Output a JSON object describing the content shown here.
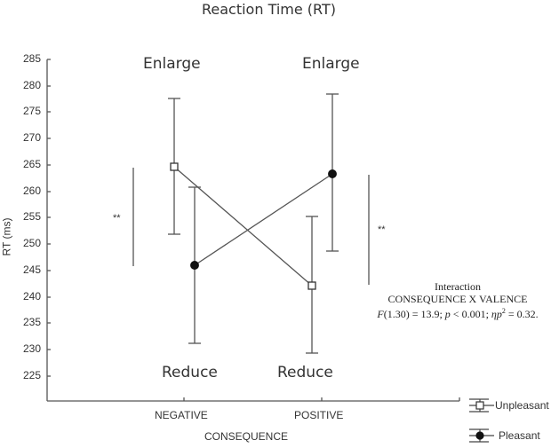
{
  "chart_data": {
    "type": "line",
    "title": "Reaction Time (RT)",
    "xlabel": "CONSEQUENCE",
    "ylabel": "RT (ms)",
    "categories": [
      "NEGATIVE",
      "POSITIVE"
    ],
    "ylim": [
      220,
      285
    ],
    "yticks": [
      225,
      230,
      235,
      240,
      245,
      250,
      255,
      260,
      265,
      270,
      275,
      280,
      285
    ],
    "grid": false,
    "legend_position": "bottom-right",
    "series": [
      {
        "name": "Unpleasant",
        "marker": "open-square",
        "values": [
          264.7,
          242.1
        ],
        "error_upper": [
          277.6,
          255.3
        ],
        "error_lower": [
          251.9,
          229.4
        ]
      },
      {
        "name": "Pleasant",
        "marker": "filled-circle",
        "values": [
          246.0,
          263.3
        ],
        "error_upper": [
          260.8,
          278.4
        ],
        "error_lower": [
          231.2,
          248.7
        ]
      }
    ],
    "annotations": {
      "top_labels": [
        "Enlarge",
        "Enlarge"
      ],
      "bottom_labels": [
        "Reduce",
        "Reduce"
      ],
      "significance": [
        "**",
        "**"
      ],
      "interaction": [
        "Interaction",
        "CONSEQUENCE X VALENCE",
        "F(1.30) = 13.9; p < 0.001; ηp² = 0.32."
      ]
    }
  },
  "title": "Reaction Time (RT)",
  "yaxis": {
    "label": "RT (ms)",
    "ticks": [
      "285",
      "280",
      "275",
      "270",
      "265",
      "260",
      "255",
      "250",
      "245",
      "240",
      "235",
      "230",
      "225"
    ]
  },
  "xaxis": {
    "label": "CONSEQUENCE",
    "ticks": [
      "NEGATIVE",
      "POSITIVE"
    ]
  },
  "labels": {
    "enlarge_neg": "Enlarge",
    "enlarge_pos": "Enlarge",
    "reduce_neg": "Reduce",
    "reduce_pos": "Reduce",
    "stars_left": "**",
    "stars_right": "**"
  },
  "stats": {
    "line1": "Interaction",
    "line2": "CONSEQUENCE X VALENCE",
    "line3_F": "F",
    "line3_a": "(1.30) = 13.9; ",
    "line3_p": "p",
    "line3_b": " < 0.001; ",
    "line3_eta": "ηp",
    "line3_sup": "2",
    "line3_c": " = 0.32."
  },
  "legend": {
    "unpleasant": "Unpleasant",
    "pleasant": "Pleasant"
  },
  "colors": {
    "axis": "#555555",
    "line": "#555555",
    "marker": "#111111"
  }
}
